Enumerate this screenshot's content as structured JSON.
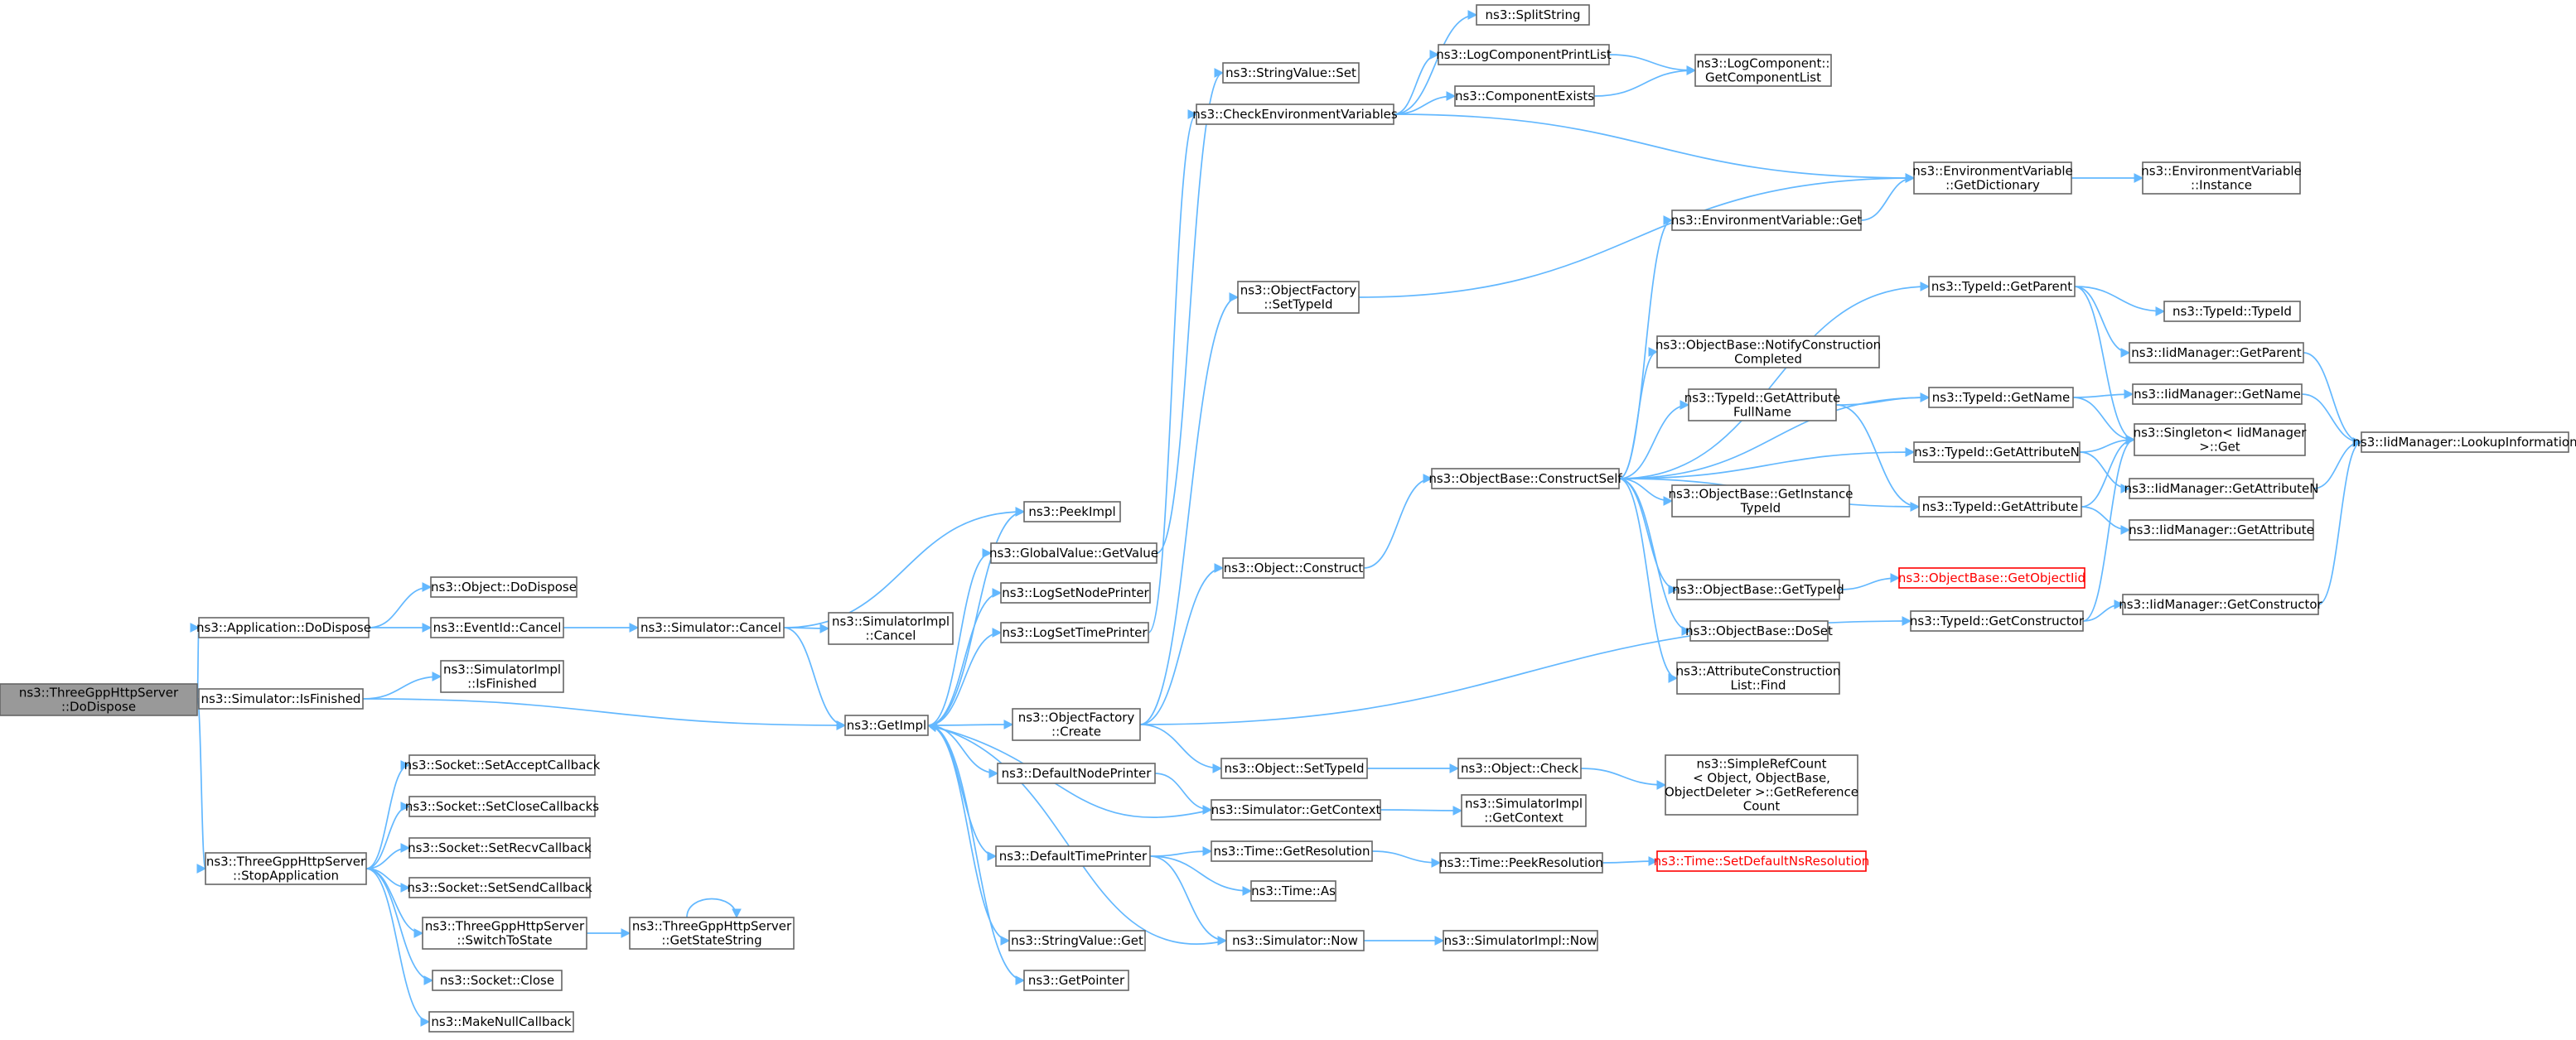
{
  "colors": {
    "edge": "#63b8ff",
    "node_border": "#666666",
    "root_fill": "#999999",
    "missing_border": "#ff0000"
  },
  "nodes": {
    "n1": {
      "lines": [
        "ns3::ThreeGppHttpServer",
        "::DoDispose"
      ],
      "kind": "root"
    },
    "n2": {
      "lines": [
        "ns3::Application::DoDispose"
      ]
    },
    "n3": {
      "lines": [
        "ns3::Simulator::IsFinished"
      ]
    },
    "n4": {
      "lines": [
        "ns3::ThreeGppHttpServer",
        "::StopApplication"
      ]
    },
    "n5": {
      "lines": [
        "ns3::Object::DoDispose"
      ]
    },
    "n6": {
      "lines": [
        "ns3::EventId::Cancel"
      ]
    },
    "n7": {
      "lines": [
        "ns3::SimulatorImpl",
        "::IsFinished"
      ]
    },
    "n8": {
      "lines": [
        "ns3::Simulator::Cancel"
      ]
    },
    "n9": {
      "lines": [
        "ns3::SimulatorImpl",
        "::Cancel"
      ]
    },
    "n10": {
      "lines": [
        "ns3::GetImpl"
      ]
    },
    "n11": {
      "lines": [
        "ns3::Socket::SetAcceptCallback"
      ]
    },
    "n12": {
      "lines": [
        "ns3::Socket::SetCloseCallbacks"
      ]
    },
    "n13": {
      "lines": [
        "ns3::Socket::SetRecvCallback"
      ]
    },
    "n14": {
      "lines": [
        "ns3::Socket::SetSendCallback"
      ]
    },
    "n15": {
      "lines": [
        "ns3::ThreeGppHttpServer",
        "::SwitchToState"
      ]
    },
    "n16": {
      "lines": [
        "ns3::Socket::Close"
      ]
    },
    "n17": {
      "lines": [
        "ns3::MakeNullCallback"
      ]
    },
    "n18": {
      "lines": [
        "ns3::ThreeGppHttpServer",
        "::GetStateString"
      ]
    },
    "n19": {
      "lines": [
        "ns3::PeekImpl"
      ]
    },
    "n20": {
      "lines": [
        "ns3::GlobalValue::GetValue"
      ]
    },
    "n21": {
      "lines": [
        "ns3::LogSetNodePrinter"
      ]
    },
    "n22": {
      "lines": [
        "ns3::LogSetTimePrinter"
      ]
    },
    "n23": {
      "lines": [
        "ns3::ObjectFactory",
        "::Create"
      ]
    },
    "n24": {
      "lines": [
        "ns3::DefaultNodePrinter"
      ]
    },
    "n25": {
      "lines": [
        "ns3::DefaultTimePrinter"
      ]
    },
    "n26": {
      "lines": [
        "ns3::StringValue::Get"
      ]
    },
    "n27": {
      "lines": [
        "ns3::GetPointer"
      ]
    },
    "n28": {
      "lines": [
        "ns3::StringValue::Set"
      ]
    },
    "n29": {
      "lines": [
        "ns3::CheckEnvironmentVariables"
      ]
    },
    "n30": {
      "lines": [
        "ns3::ObjectFactory",
        "::SetTypeId"
      ]
    },
    "n31": {
      "lines": [
        "ns3::Object::Construct"
      ]
    },
    "n32": {
      "lines": [
        "ns3::Object::SetTypeId"
      ]
    },
    "n33": {
      "lines": [
        "ns3::Simulator::GetContext"
      ]
    },
    "n34": {
      "lines": [
        "ns3::Time::GetResolution"
      ]
    },
    "n35": {
      "lines": [
        "ns3::Time::As"
      ]
    },
    "n36": {
      "lines": [
        "ns3::Simulator::Now"
      ]
    },
    "n37": {
      "lines": [
        "ns3::SplitString"
      ]
    },
    "n38": {
      "lines": [
        "ns3::LogComponentPrintList"
      ]
    },
    "n39": {
      "lines": [
        "ns3::ComponentExists"
      ]
    },
    "n40": {
      "lines": [
        "ns3::LogComponent::",
        "GetComponentList"
      ]
    },
    "n41": {
      "lines": [
        "ns3::EnvironmentVariable",
        "::GetDictionary"
      ]
    },
    "n42": {
      "lines": [
        "ns3::EnvironmentVariable",
        "::Instance"
      ]
    },
    "n43": {
      "lines": [
        "ns3::ObjectBase::ConstructSelf"
      ]
    },
    "n44": {
      "lines": [
        "ns3::Object::Check"
      ]
    },
    "n45": {
      "lines": [
        "ns3::SimulatorImpl",
        "::GetContext"
      ]
    },
    "n46": {
      "lines": [
        "ns3::Time::PeekResolution"
      ]
    },
    "n47": {
      "lines": [
        "ns3::SimulatorImpl::Now"
      ]
    },
    "n48": {
      "lines": [
        "ns3::EnvironmentVariable::Get"
      ]
    },
    "n49": {
      "lines": [
        "ns3::ObjectBase::NotifyConstruction",
        "Completed"
      ]
    },
    "n50": {
      "lines": [
        "ns3::TypeId::GetAttribute",
        "FullName"
      ]
    },
    "n51": {
      "lines": [
        "ns3::ObjectBase::GetInstance",
        "TypeId"
      ]
    },
    "n52": {
      "lines": [
        "ns3::ObjectBase::GetTypeId"
      ]
    },
    "n53": {
      "lines": [
        "ns3::ObjectBase::DoSet"
      ]
    },
    "n54": {
      "lines": [
        "ns3::AttributeConstruction",
        "List::Find"
      ]
    },
    "n55": {
      "lines": [
        "ns3::SimpleRefCount",
        "< Object, ObjectBase,",
        "ObjectDeleter >::GetReference",
        "Count"
      ]
    },
    "n56": {
      "lines": [
        "ns3::Time::SetDefaultNsResolution"
      ],
      "kind": "red"
    },
    "n57": {
      "lines": [
        "ns3::TypeId::GetParent"
      ]
    },
    "n58": {
      "lines": [
        "ns3::TypeId::GetName"
      ]
    },
    "n59": {
      "lines": [
        "ns3::TypeId::GetAttributeN"
      ]
    },
    "n60": {
      "lines": [
        "ns3::TypeId::GetAttribute"
      ]
    },
    "n61": {
      "lines": [
        "ns3::ObjectBase::GetObjectIid"
      ],
      "kind": "red"
    },
    "n62": {
      "lines": [
        "ns3::TypeId::GetConstructor"
      ]
    },
    "n63": {
      "lines": [
        "ns3::TypeId::TypeId"
      ]
    },
    "n64": {
      "lines": [
        "ns3::IidManager::GetParent"
      ]
    },
    "n65": {
      "lines": [
        "ns3::IidManager::GetName"
      ]
    },
    "n66": {
      "lines": [
        "ns3::Singleton< IidManager",
        ">::Get"
      ]
    },
    "n67": {
      "lines": [
        "ns3::IidManager::GetAttributeN"
      ]
    },
    "n68": {
      "lines": [
        "ns3::IidManager::GetAttribute"
      ]
    },
    "n69": {
      "lines": [
        "ns3::IidManager::GetConstructor"
      ]
    },
    "n70": {
      "lines": [
        "ns3::IidManager::LookupInformation"
      ]
    }
  },
  "edges": [
    [
      "n1",
      "n2"
    ],
    [
      "n1",
      "n3"
    ],
    [
      "n1",
      "n4"
    ],
    [
      "n2",
      "n5"
    ],
    [
      "n2",
      "n6"
    ],
    [
      "n6",
      "n8"
    ],
    [
      "n8",
      "n9"
    ],
    [
      "n8",
      "n19"
    ],
    [
      "n8",
      "n10"
    ],
    [
      "n3",
      "n7"
    ],
    [
      "n3",
      "n10"
    ],
    [
      "n4",
      "n11"
    ],
    [
      "n4",
      "n12"
    ],
    [
      "n4",
      "n13"
    ],
    [
      "n4",
      "n14"
    ],
    [
      "n4",
      "n15"
    ],
    [
      "n4",
      "n16"
    ],
    [
      "n4",
      "n17"
    ],
    [
      "n15",
      "n18"
    ],
    [
      "n18",
      "n18"
    ],
    [
      "n10",
      "n19"
    ],
    [
      "n10",
      "n20"
    ],
    [
      "n10",
      "n21"
    ],
    [
      "n10",
      "n22"
    ],
    [
      "n10",
      "n23"
    ],
    [
      "n10",
      "n24"
    ],
    [
      "n10",
      "n25"
    ],
    [
      "n10",
      "n26"
    ],
    [
      "n10",
      "n27"
    ],
    [
      "n20",
      "n28"
    ],
    [
      "n22",
      "n29"
    ],
    [
      "n29",
      "n37"
    ],
    [
      "n29",
      "n38"
    ],
    [
      "n29",
      "n39"
    ],
    [
      "n29",
      "n41"
    ],
    [
      "n38",
      "n40"
    ],
    [
      "n39",
      "n40"
    ],
    [
      "n41",
      "n42"
    ],
    [
      "n23",
      "n30"
    ],
    [
      "n23",
      "n31"
    ],
    [
      "n23",
      "n32"
    ],
    [
      "n23",
      "n62"
    ],
    [
      "n30",
      "n41"
    ],
    [
      "n31",
      "n43"
    ],
    [
      "n43",
      "n48"
    ],
    [
      "n43",
      "n49"
    ],
    [
      "n43",
      "n50"
    ],
    [
      "n43",
      "n51"
    ],
    [
      "n43",
      "n52"
    ],
    [
      "n43",
      "n53"
    ],
    [
      "n43",
      "n54"
    ],
    [
      "n43",
      "n57"
    ],
    [
      "n43",
      "n58"
    ],
    [
      "n43",
      "n59"
    ],
    [
      "n43",
      "n60"
    ],
    [
      "n48",
      "n41"
    ],
    [
      "n50",
      "n58"
    ],
    [
      "n50",
      "n60"
    ],
    [
      "n52",
      "n61"
    ],
    [
      "n57",
      "n63"
    ],
    [
      "n57",
      "n64"
    ],
    [
      "n57",
      "n66"
    ],
    [
      "n58",
      "n65"
    ],
    [
      "n58",
      "n66"
    ],
    [
      "n59",
      "n66"
    ],
    [
      "n59",
      "n67"
    ],
    [
      "n60",
      "n66"
    ],
    [
      "n60",
      "n68"
    ],
    [
      "n62",
      "n66"
    ],
    [
      "n62",
      "n69"
    ],
    [
      "n64",
      "n70"
    ],
    [
      "n65",
      "n70"
    ],
    [
      "n67",
      "n70"
    ],
    [
      "n69",
      "n70"
    ],
    [
      "n32",
      "n44"
    ],
    [
      "n44",
      "n55"
    ],
    [
      "n24",
      "n33"
    ],
    [
      "n25",
      "n34"
    ],
    [
      "n25",
      "n35"
    ],
    [
      "n25",
      "n36"
    ],
    [
      "n33",
      "n10"
    ],
    [
      "n33",
      "n45"
    ],
    [
      "n34",
      "n46"
    ],
    [
      "n46",
      "n56"
    ],
    [
      "n36",
      "n10"
    ],
    [
      "n36",
      "n47"
    ]
  ]
}
